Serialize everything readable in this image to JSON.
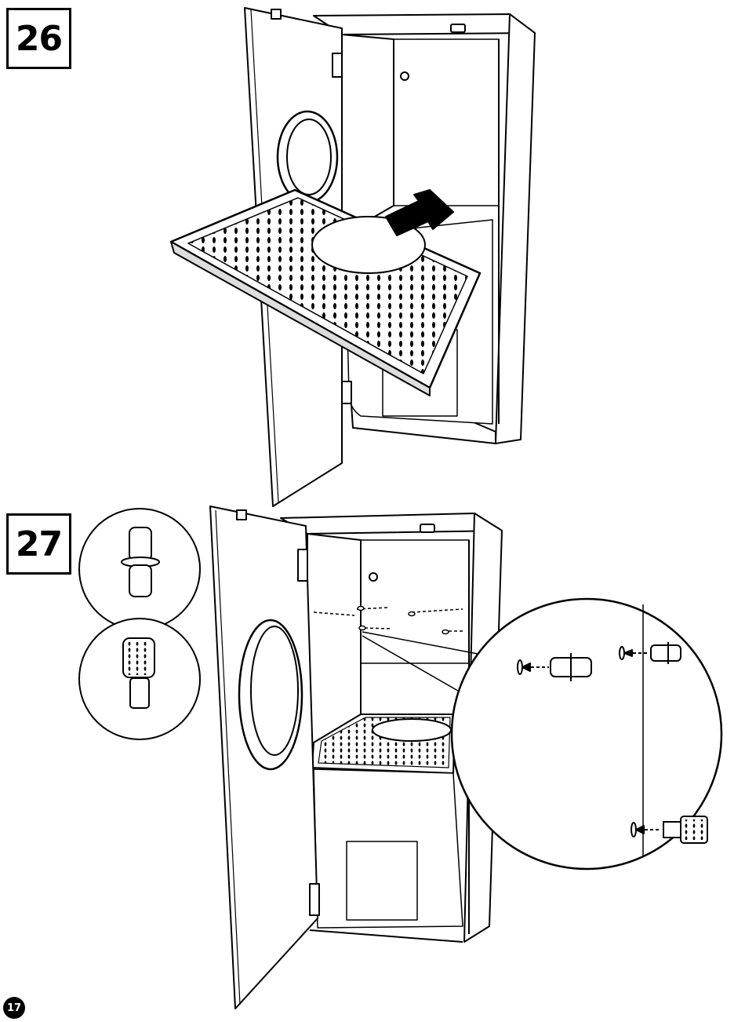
{
  "steps": [
    {
      "number": "26"
    },
    {
      "number": "27"
    }
  ],
  "page": {
    "number": "17"
  },
  "icons": [
    "cabinet-illustration",
    "perforated-tray",
    "push-arrow-icon",
    "shelf-pin-icon",
    "threaded-dowel-icon",
    "detail-zoom-circle"
  ]
}
